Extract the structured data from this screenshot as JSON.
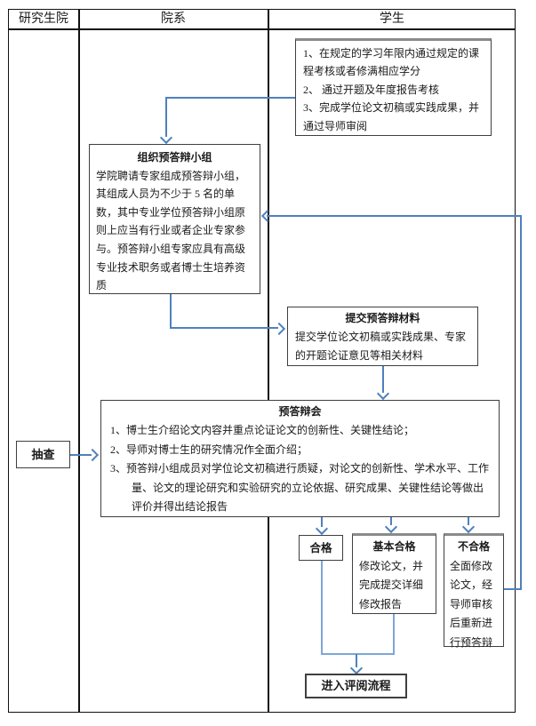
{
  "header": {
    "col1": "研究生院",
    "col2": "院系",
    "col3": "学生"
  },
  "boxes": {
    "requirements": {
      "items": [
        "1、在规定的学习年限内通过规定的课程考核或者修满相应学分",
        "2、 通过开题及年度报告考核",
        "3、完成学位论文初稿或实践成果，并通过导师审阅"
      ]
    },
    "organize_group": {
      "title": "组织预答辩小组",
      "body": "学院聘请专家组成预答辩小组，其组成人员为不少于 5 名的单数，其中专业学位预答辩小组原则上应当有行业或者企业专家参与。预答辩小组专家应具有高级专业技术职务或者博士生培养资质"
    },
    "submit_materials": {
      "title": "提交预答辩材料",
      "body": "提交学位论文初稿或实践成果、专家的开题论证意见等相关材料"
    },
    "pre_defense_meeting": {
      "title": "预答辩会",
      "items": [
        "1、博士生介绍论文内容并重点论证论文的创新性、关键性结论；",
        "2、导师对博士生的研究情况作全面介绍；",
        "3、预答辩小组成员对学位论文初稿进行质疑，对论文的创新性、学术水平、工作量、论文的理论研究和实验研究的立论依据、研究成果、关键性结论等做出评价并得出结论报告"
      ]
    },
    "spot_check": {
      "title": "抽查"
    },
    "pass": {
      "title": "合格"
    },
    "basic_pass": {
      "title": "基本合格",
      "body": "修改论文，并完成提交详细修改报告"
    },
    "fail": {
      "title": "不合格",
      "body": "全面修改论文，经导师审核后重新进行预答辩"
    },
    "review_process": {
      "title": "进入评阅流程"
    }
  },
  "colors": {
    "connector_blue": "#4f81bd",
    "connector_blue_light": "#7da7d8",
    "box_border": "#3f3f3f",
    "table_border": "#111111"
  }
}
